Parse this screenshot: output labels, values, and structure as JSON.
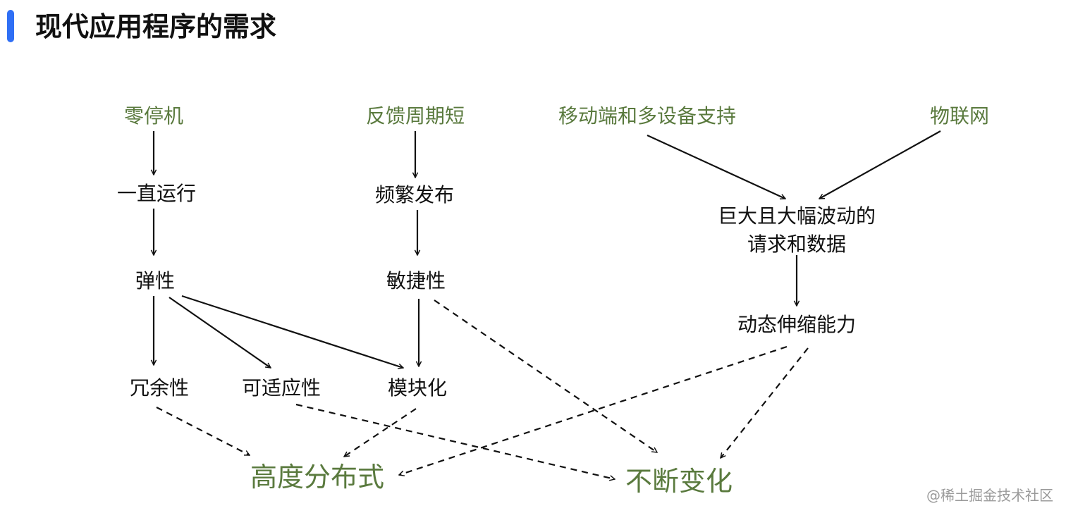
{
  "header": {
    "title": "现代应用程序的需求",
    "accent_color": "#2f6ff5"
  },
  "colors": {
    "driver_text": "#5a7a3e",
    "outcome_text": "#5a7a3e",
    "normal_text": "#111111"
  },
  "diagram": {
    "nodes": {
      "zero_downtime": "零停机",
      "short_feedback": "反馈周期短",
      "mobile_multi_device": "移动端和多设备支持",
      "iot": "物联网",
      "always_running": "一直运行",
      "frequent_release": "频繁发布",
      "huge_fluctuating_line1": "巨大且大幅波动的",
      "huge_fluctuating_line2": "请求和数据",
      "resilience": "弹性",
      "agility": "敏捷性",
      "dynamic_scaling": "动态伸缩能力",
      "redundancy": "冗余性",
      "adaptability": "可适应性",
      "modularity": "模块化",
      "highly_distributed": "高度分布式",
      "constant_change": "不断变化"
    },
    "edges": [
      {
        "from": "zero_downtime",
        "to": "always_running",
        "style": "solid"
      },
      {
        "from": "always_running",
        "to": "resilience",
        "style": "solid"
      },
      {
        "from": "resilience",
        "to": "redundancy",
        "style": "solid"
      },
      {
        "from": "resilience",
        "to": "adaptability",
        "style": "solid"
      },
      {
        "from": "resilience",
        "to": "modularity",
        "style": "solid"
      },
      {
        "from": "short_feedback",
        "to": "frequent_release",
        "style": "solid"
      },
      {
        "from": "frequent_release",
        "to": "agility",
        "style": "solid"
      },
      {
        "from": "agility",
        "to": "modularity",
        "style": "solid"
      },
      {
        "from": "mobile_multi_device",
        "to": "huge_fluctuating",
        "style": "solid"
      },
      {
        "from": "iot",
        "to": "huge_fluctuating",
        "style": "solid"
      },
      {
        "from": "huge_fluctuating",
        "to": "dynamic_scaling",
        "style": "solid"
      },
      {
        "from": "redundancy",
        "to": "highly_distributed",
        "style": "dashed"
      },
      {
        "from": "modularity",
        "to": "highly_distributed",
        "style": "dashed"
      },
      {
        "from": "dynamic_scaling",
        "to": "highly_distributed",
        "style": "dashed"
      },
      {
        "from": "adaptability",
        "to": "constant_change",
        "style": "dashed"
      },
      {
        "from": "agility",
        "to": "constant_change",
        "style": "dashed"
      },
      {
        "from": "dynamic_scaling",
        "to": "constant_change",
        "style": "dashed"
      }
    ]
  },
  "watermark": "@稀土掘金技术社区"
}
